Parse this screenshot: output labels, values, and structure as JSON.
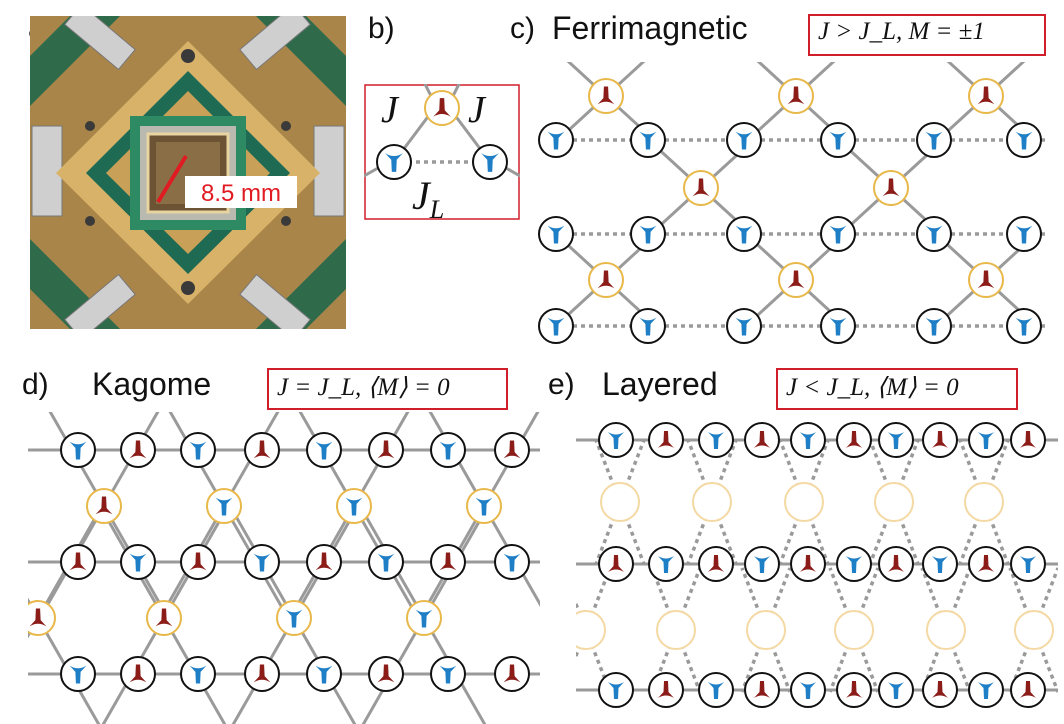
{
  "panels": {
    "a": {
      "letter": "a)",
      "scale_label": "8.5 mm"
    },
    "b": {
      "letter": "b)",
      "coupling_left": "J",
      "coupling_right": "J",
      "coupling_layer": "J",
      "coupling_layer_sub": "L"
    },
    "c": {
      "letter": "c)",
      "title": "Ferrimagnetic",
      "condition": "J > J_L, M = ±1"
    },
    "d": {
      "letter": "d)",
      "title": "Kagome",
      "condition": "J = J_L, ⟨M⟩ = 0"
    },
    "e": {
      "letter": "e)",
      "title": "Layered",
      "condition": "J < J_L, ⟨M⟩ = 0"
    }
  },
  "colors": {
    "spin_up": "#1f7fc6",
    "spin_down": "#8c1c18",
    "gold_ring": "#e8b84a",
    "faint_ring": "#f4d9a4",
    "bond": "#9a9a9a",
    "box": "#d01f2a"
  }
}
